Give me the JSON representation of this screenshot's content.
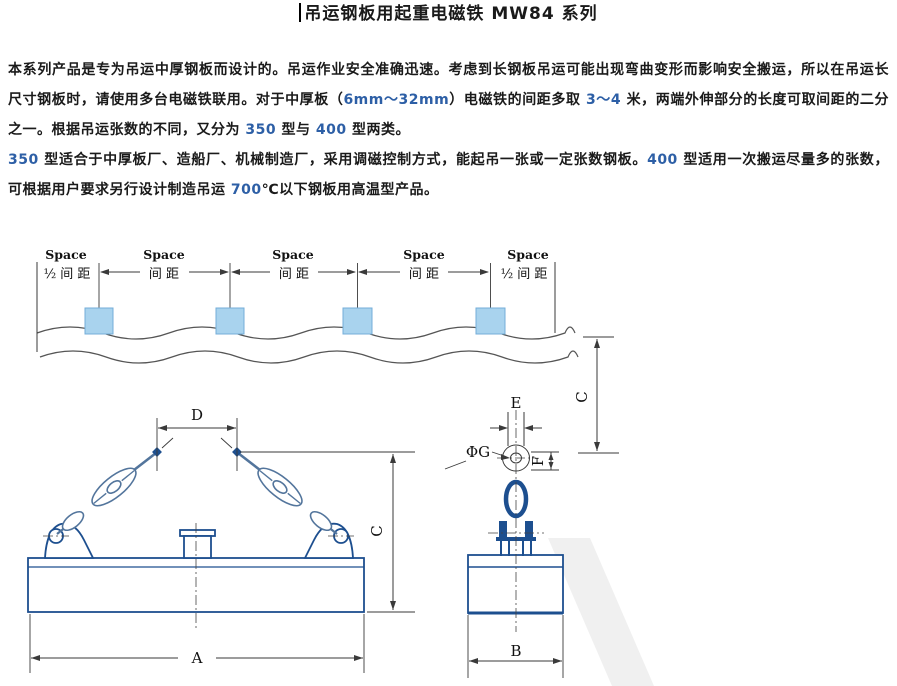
{
  "page": {
    "title": "吊运钢板用起重电磁铁 MW84 系列"
  },
  "paragraphs": [
    {
      "segments": [
        {
          "t": "本系列产品是专为吊运中厚钢板而设计的。吊运作业安全准确迅速。考虑到长钢板吊运可能出现弯曲变形而影响安全搬运，所以在吊运长尺寸钢板时，请使用多台电磁铁联用。对于中厚板（"
        },
        {
          "t": "6mm～32mm",
          "hl": true
        },
        {
          "t": "）电磁铁的间距多取 "
        },
        {
          "t": "3～4",
          "hl": true
        },
        {
          "t": " 米，两端外伸部分的长度可取间距的二分之一。根据吊运张数的不同，又分为 "
        },
        {
          "t": "350",
          "hl": true
        },
        {
          "t": " 型与 "
        },
        {
          "t": "400",
          "hl": true
        },
        {
          "t": " 型两类。"
        }
      ]
    },
    {
      "segments": [
        {
          "t": "350",
          "hl": true
        },
        {
          "t": " 型适合于中厚板厂、造船厂、机械制造厂，采用调磁控制方式，能起吊一张或一定张数钢板。"
        },
        {
          "t": "400",
          "hl": true
        },
        {
          "t": " 型适用一次搬运尽量多的张数，可根据用户要求另行设计制造吊运 "
        },
        {
          "t": "700",
          "hl": true
        },
        {
          "t": "℃以下钢板用高温型产品。"
        }
      ]
    }
  ],
  "diagram": {
    "top_view": {
      "space_label": "Space",
      "half_pitch_label": "½ 间 距",
      "pitch_label": "间 距"
    },
    "front_view": {
      "dim_d": "D",
      "dim_c": "C",
      "dim_a": "A"
    },
    "side_view": {
      "dim_e": "E",
      "dim_phi_g": "ΦG",
      "dim_f": "F",
      "dim_b": "B",
      "dim_c": "C"
    }
  },
  "colors": {
    "text": "#1a1a1a",
    "highlight_blue": "#2d5fa6",
    "diagram_navy": "#1d4f8f",
    "chain_steel": "#53759c",
    "magnet_fill": "#a9d3ee",
    "magnet_stroke": "#74aed8",
    "dim_line": "#3a3a3a"
  }
}
